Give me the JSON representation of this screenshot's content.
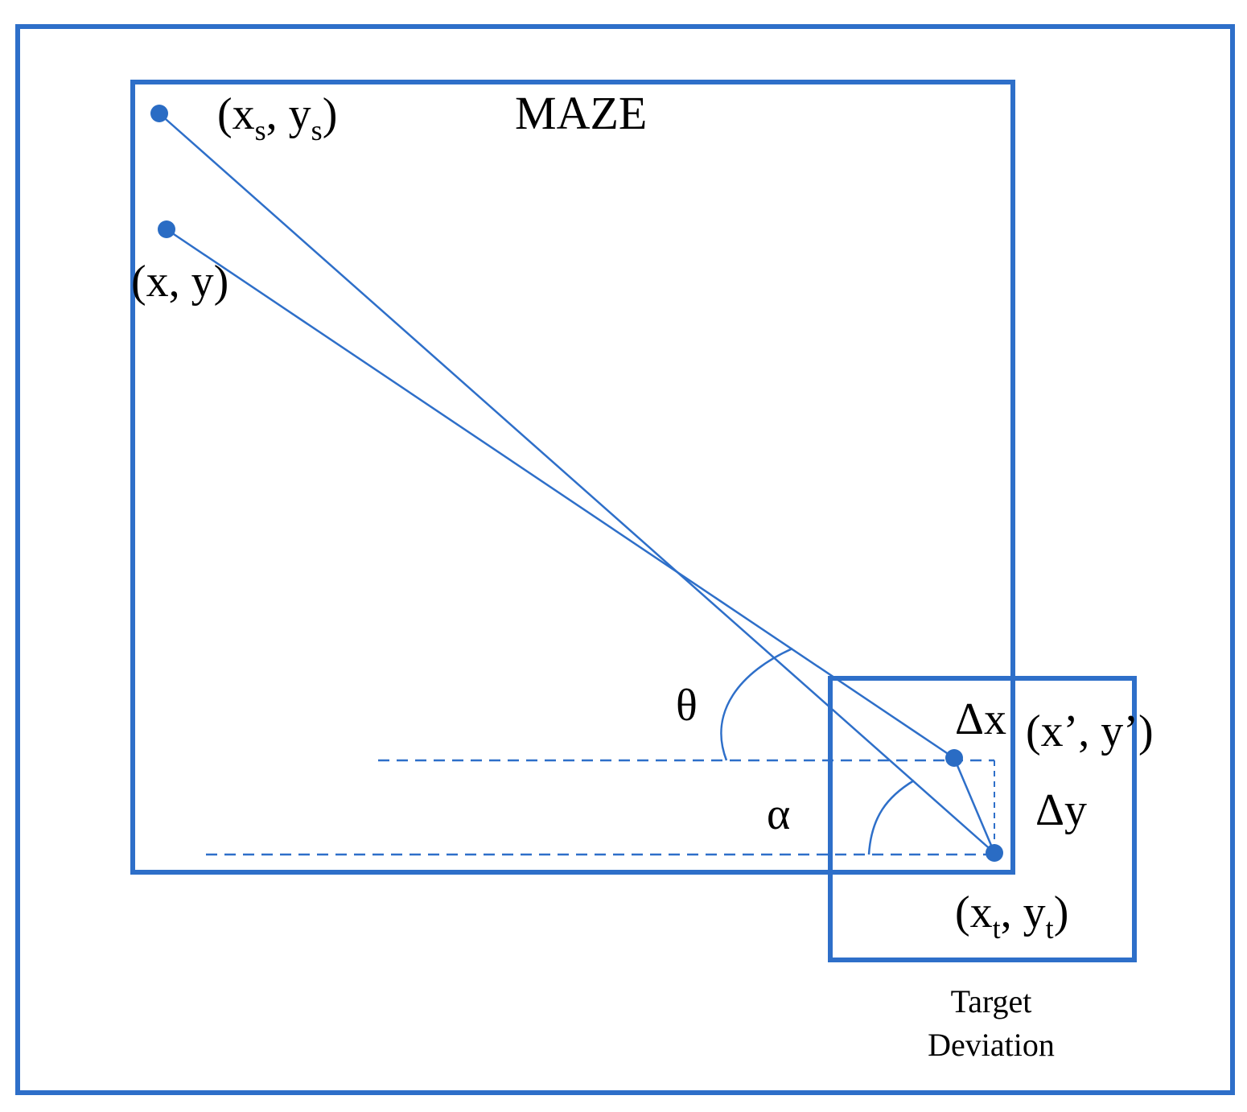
{
  "colors": {
    "stroke": "#2e6fc9",
    "point": "#2a6cc4",
    "text": "#000000",
    "background": "#ffffff"
  },
  "labels": {
    "maze": "MAZE",
    "start_open": "(x",
    "start_sub_x": "s",
    "start_mid": ", y",
    "start_sub_y": "s",
    "start_close": ")",
    "current": "(x, y)",
    "theta": "θ",
    "alpha": "α",
    "delta_x": "Δx",
    "delta_y": "Δy",
    "deviated": "(x’, y’)",
    "target_open": "(x",
    "target_sub_x": "t",
    "target_mid": ", y",
    "target_sub_y": "t",
    "target_close": ")",
    "target_caption_line1": "Target",
    "target_caption_line2": "Deviation"
  }
}
